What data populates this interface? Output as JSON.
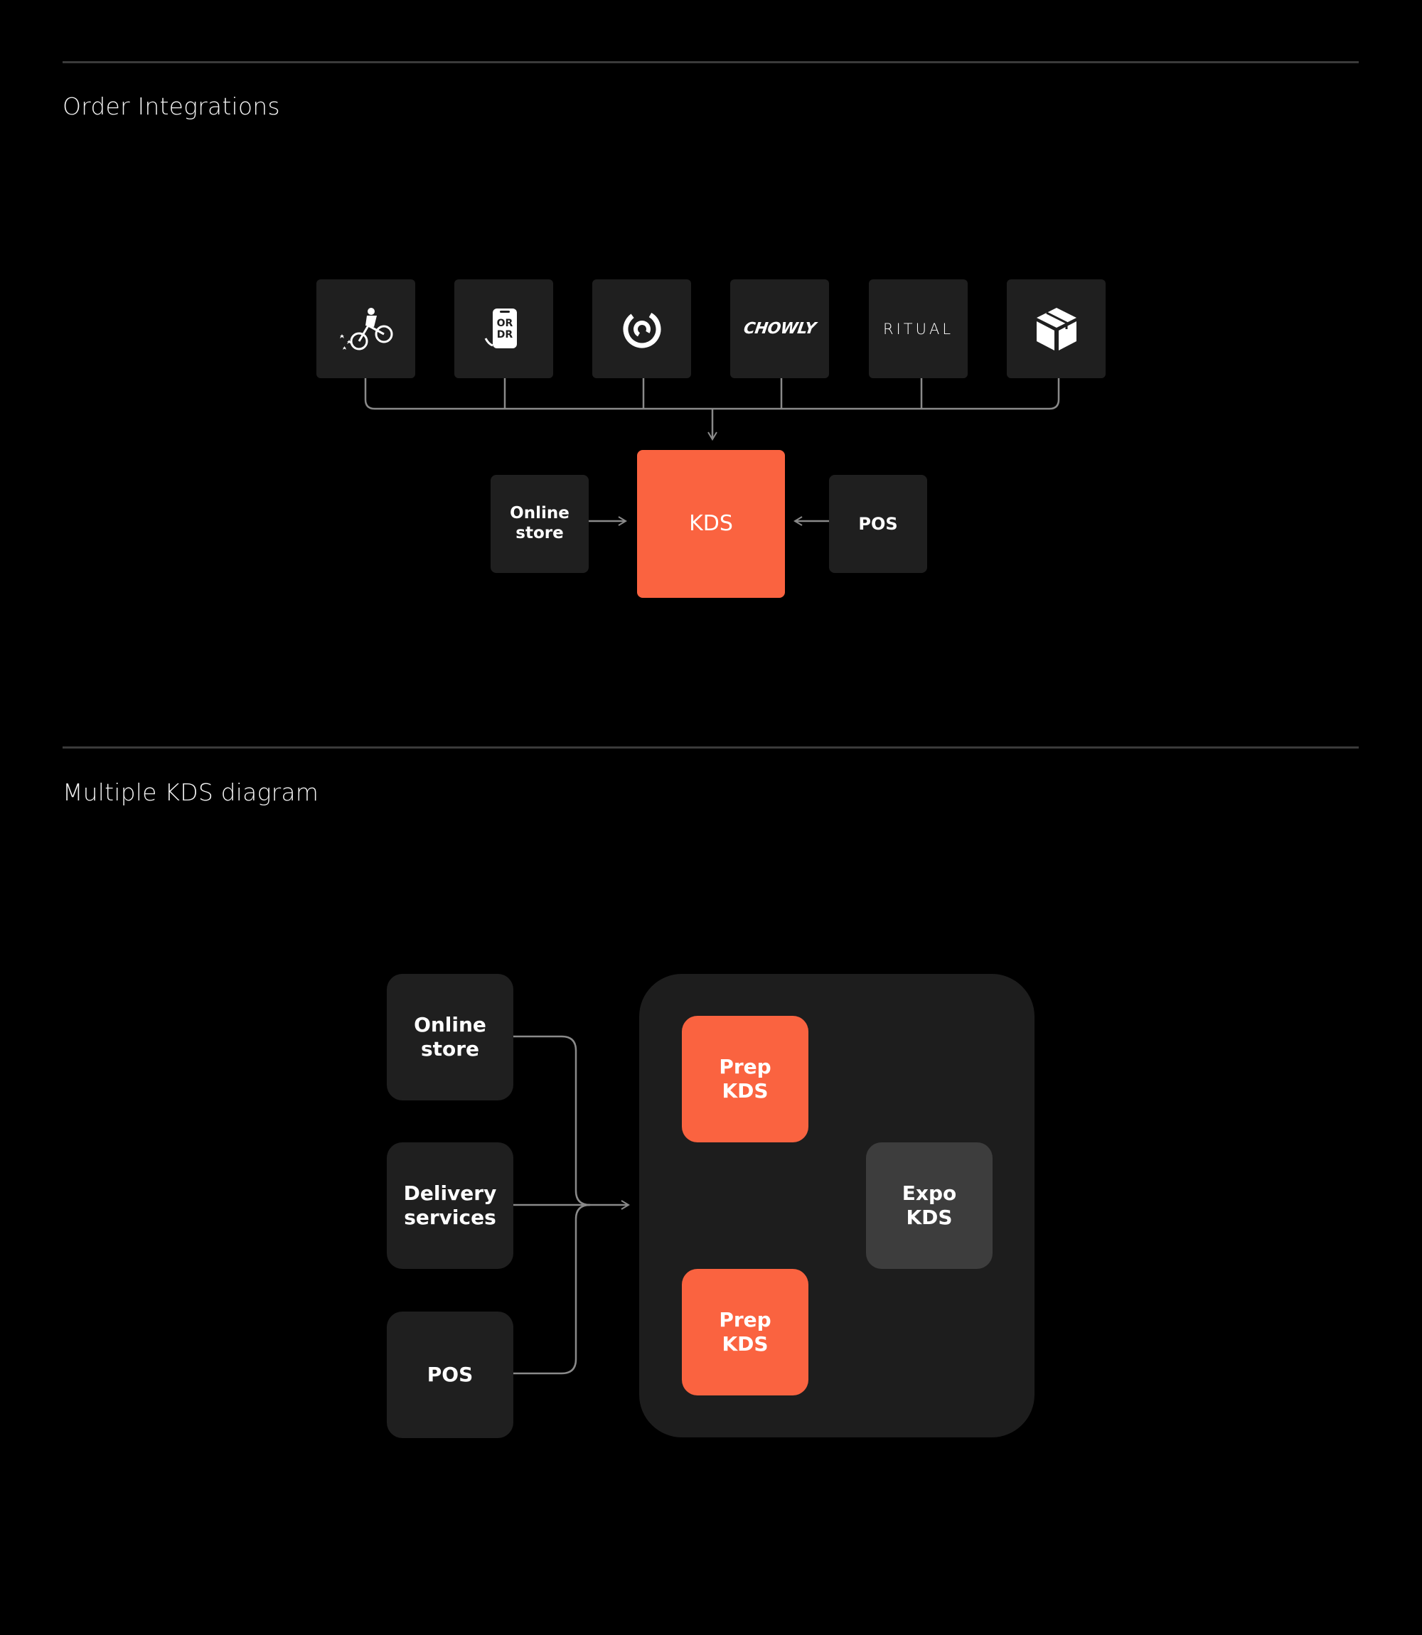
{
  "section1": {
    "title": "Order Integrations",
    "integrations": [
      {
        "name": "postmates",
        "icon": "postmates-rider-icon"
      },
      {
        "name": "ordr",
        "icon": "ordr-phone-icon",
        "text": "OR\nDR"
      },
      {
        "name": "doordash-swirl",
        "icon": "swirl-logo-icon"
      },
      {
        "name": "chowly",
        "icon": "chowly-logo",
        "text": "CHOWLY"
      },
      {
        "name": "ritual",
        "icon": "ritual-logo",
        "text": "RITUAL"
      },
      {
        "name": "box",
        "icon": "cube-box-icon"
      }
    ],
    "online_store": "Online\nstore",
    "kds": "KDS",
    "pos": "POS"
  },
  "section2": {
    "title": "Multiple KDS diagram",
    "sources": {
      "online_store": "Online\nstore",
      "delivery": "Delivery\nservices",
      "pos": "POS"
    },
    "prep_top": "Prep\nKDS",
    "prep_bottom": "Prep\nKDS",
    "expo": "Expo\nKDS"
  },
  "colors": {
    "orange": "#fa6340",
    "tile": "#1f1f1f",
    "expo": "#3d3d3d",
    "panel": "#1d1d1d",
    "wire": "#8a8a8a"
  }
}
